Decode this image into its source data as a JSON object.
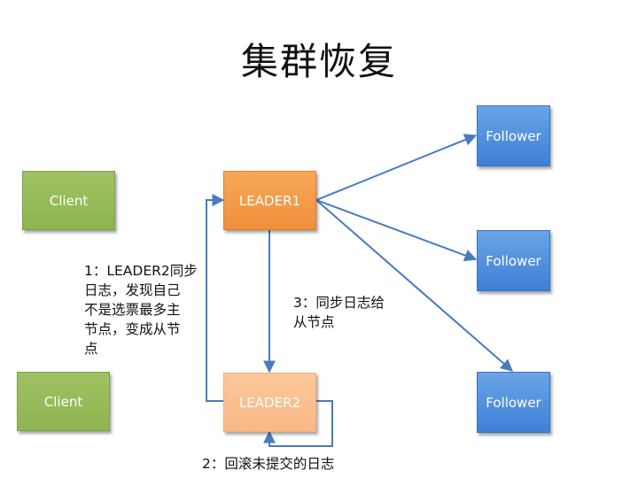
{
  "title": "集群恢复",
  "nodes": {
    "client1": "Client",
    "client2": "Client",
    "leader1": "LEADER1",
    "leader2": "LEADER2",
    "follower1": "Follower",
    "follower2": "Follower",
    "follower3": "Follower"
  },
  "notes": {
    "step1_line1": "1：LEADER2同步",
    "step1_line2": "日志，发现自己",
    "step1_line3": "不是选票最多主",
    "step1_line4": "节点，变成从节",
    "step1_line5": "点",
    "step2": "2：回滚未提交的日志",
    "step3_line1": "3：同步日志给",
    "step3_line2": "从节点"
  },
  "colors": {
    "client": "#8fb551",
    "leader1": "#f18f3a",
    "leader2": "#f9b988",
    "follower": "#3e80d6",
    "arrow": "#4a7bbf"
  }
}
